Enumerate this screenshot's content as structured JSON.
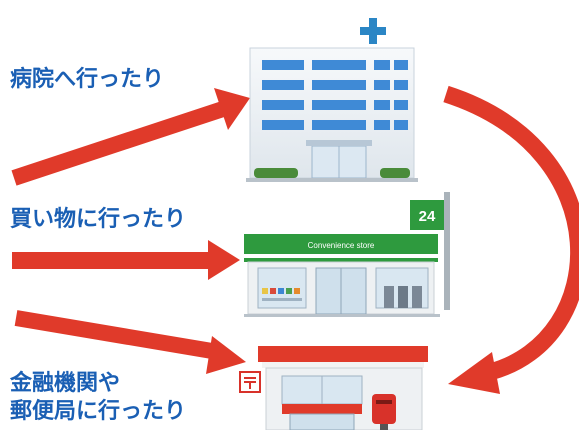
{
  "labels": {
    "hospital": "病院へ行ったり",
    "shopping": "買い物に行ったり",
    "finance_line1": "金融機関や",
    "finance_line2": "郵便局に行ったり"
  },
  "store": {
    "sign_text": "Convenience store",
    "hours_sign": "24"
  },
  "colors": {
    "label_text": "#1a5fb4",
    "arrow": "#e03a2a",
    "hospital_cross": "#2b86c5",
    "store_green": "#2e9a3e",
    "postoffice_red": "#e03a2a"
  }
}
